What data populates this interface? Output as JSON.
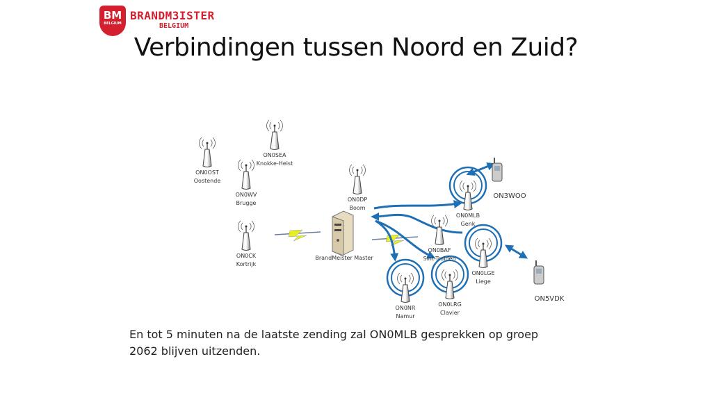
{
  "logo": {
    "mark": "BM",
    "mark_sub": "BELGIUM",
    "name": "BRANDM3ISTER",
    "sub": "BELGIUM",
    "color": "#d4202e"
  },
  "title": "Verbindingen tussen Noord en Zuid?",
  "diagram": {
    "server": {
      "label": "BrandMeister Master"
    },
    "repeaters": [
      {
        "call": "ON0OST",
        "city": "Oostende",
        "active": false
      },
      {
        "call": "ON0SEA",
        "city": "Knokke-Heist",
        "active": false
      },
      {
        "call": "ON0WV",
        "city": "Brugge",
        "active": false
      },
      {
        "call": "ON0DP",
        "city": "Boom",
        "active": false
      },
      {
        "call": "ON0CK",
        "city": "Kortrijk",
        "active": false
      },
      {
        "call": "ON0MLB",
        "city": "Genk",
        "active": true
      },
      {
        "call": "ON0BAF",
        "city": "Sint-Truiden",
        "active": false
      },
      {
        "call": "ON0LGE",
        "city": "Liege",
        "active": true
      },
      {
        "call": "ON0NR",
        "city": "Namur",
        "active": true
      },
      {
        "call": "ON0LRG",
        "city": "Clavier",
        "active": true
      }
    ],
    "radios": [
      {
        "call": "ON3WOO"
      },
      {
        "call": "ON5VDK"
      }
    ],
    "arrow_color": "#1f6fb5"
  },
  "body_text": {
    "line1": "En tot 5 minuten na de laatste zending zal ON0MLB gesprekken op groep",
    "line2": "2062 blijven uitzenden."
  }
}
